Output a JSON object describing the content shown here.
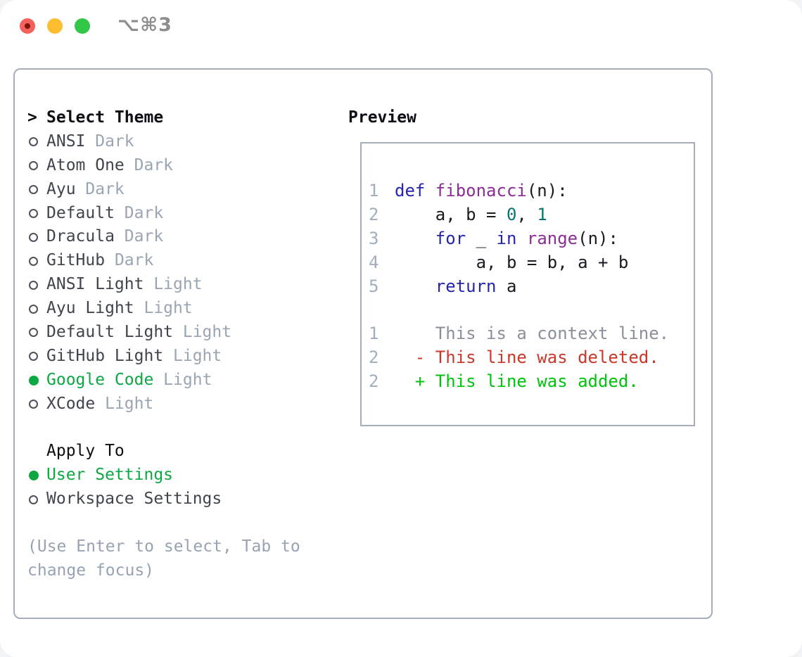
{
  "window": {
    "shortcut_label": "⌥⌘3",
    "traffic_lights": {
      "close": "#f4615c",
      "close_dot": "#7e150d",
      "minimize": "#fcbe30",
      "zoom": "#33c748"
    }
  },
  "theme_picker": {
    "prompt": ">",
    "title": "Select Theme",
    "items": [
      {
        "name": "ANSI",
        "variant": "Dark",
        "selected": false
      },
      {
        "name": "Atom One",
        "variant": "Dark",
        "selected": false
      },
      {
        "name": "Ayu",
        "variant": "Dark",
        "selected": false
      },
      {
        "name": "Default",
        "variant": "Dark",
        "selected": false
      },
      {
        "name": "Dracula",
        "variant": "Dark",
        "selected": false
      },
      {
        "name": "GitHub",
        "variant": "Dark",
        "selected": false
      },
      {
        "name": "ANSI Light",
        "variant": "Light",
        "selected": false
      },
      {
        "name": "Ayu Light",
        "variant": "Light",
        "selected": false
      },
      {
        "name": "Default Light",
        "variant": "Light",
        "selected": false
      },
      {
        "name": "GitHub Light",
        "variant": "Light",
        "selected": false
      },
      {
        "name": "Google Code",
        "variant": "Light",
        "selected": true
      },
      {
        "name": "XCode",
        "variant": "Light",
        "selected": false
      }
    ],
    "apply_to": {
      "title": "Apply To",
      "options": [
        {
          "label": "User Settings",
          "selected": true
        },
        {
          "label": "Workspace Settings",
          "selected": false
        }
      ]
    },
    "hint": "(Use Enter to select, Tab to change focus)"
  },
  "preview": {
    "title": "Preview",
    "code_lines": [
      {
        "num": "1",
        "tokens": [
          {
            "t": "def ",
            "c": "kw"
          },
          {
            "t": "fibonacci",
            "c": "fn"
          },
          {
            "t": "(n):",
            "c": "pl"
          }
        ]
      },
      {
        "num": "2",
        "tokens": [
          {
            "t": "    a, b = ",
            "c": "pl"
          },
          {
            "t": "0",
            "c": "num"
          },
          {
            "t": ", ",
            "c": "pl"
          },
          {
            "t": "1",
            "c": "num"
          }
        ]
      },
      {
        "num": "3",
        "tokens": [
          {
            "t": "    ",
            "c": "pl"
          },
          {
            "t": "for",
            "c": "kw"
          },
          {
            "t": " _ ",
            "c": "pl"
          },
          {
            "t": "in",
            "c": "kw"
          },
          {
            "t": " ",
            "c": "pl"
          },
          {
            "t": "range",
            "c": "fn"
          },
          {
            "t": "(n):",
            "c": "pl"
          }
        ]
      },
      {
        "num": "4",
        "tokens": [
          {
            "t": "        a, b = b, a + b",
            "c": "pl"
          }
        ]
      },
      {
        "num": "5",
        "tokens": [
          {
            "t": "    ",
            "c": "pl"
          },
          {
            "t": "return",
            "c": "kw"
          },
          {
            "t": " a",
            "c": "pl"
          }
        ]
      }
    ],
    "diff_lines": [
      {
        "num": "1",
        "marker": " ",
        "text": "This is a context line.",
        "type": "context"
      },
      {
        "num": "2",
        "marker": "-",
        "text": "This line was deleted.",
        "type": "deleted"
      },
      {
        "num": "2",
        "marker": "+",
        "text": "This line was added.",
        "type": "added"
      }
    ]
  },
  "colors": {
    "accent_green": "#0ca843",
    "diff_added": "#00c30c",
    "diff_deleted": "#c9382a",
    "keyword_blue": "#2525b0",
    "function_purple": "#8c2d96",
    "number_teal": "#0d7272",
    "muted_gray": "#9aa5b3",
    "border_gray": "#a6aeba"
  }
}
